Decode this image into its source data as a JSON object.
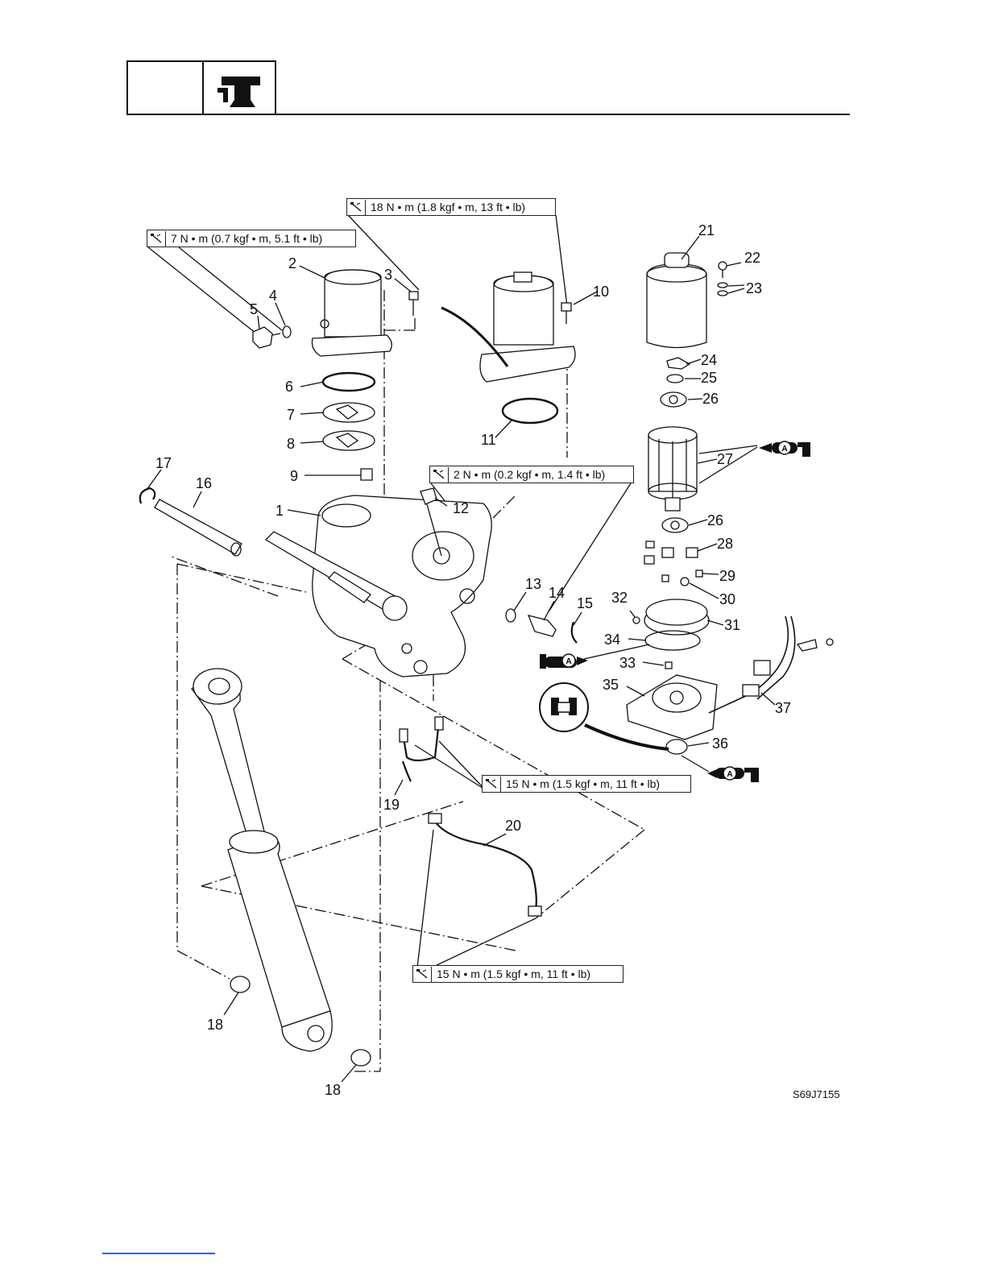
{
  "header": {
    "icon": "tools-section-icon"
  },
  "torque_labels": [
    {
      "id": "t18",
      "text": "18 N • m (1.8 kgf • m, 13 ft • lb)"
    },
    {
      "id": "t7",
      "text": "7 N • m (0.7 kgf • m, 5.1 ft • lb)"
    },
    {
      "id": "t2",
      "text": "2 N • m (0.2 kgf • m, 1.4 ft • lb)"
    },
    {
      "id": "t15a",
      "text": "15 N • m (1.5 kgf • m, 11 ft • lb)"
    },
    {
      "id": "t15b",
      "text": "15 N • m (1.5 kgf • m, 11 ft • lb)"
    }
  ],
  "callouts": [
    "1",
    "2",
    "3",
    "4",
    "5",
    "6",
    "7",
    "8",
    "9",
    "10",
    "11",
    "12",
    "13",
    "14",
    "15",
    "16",
    "17",
    "18",
    "18",
    "19",
    "20",
    "21",
    "22",
    "23",
    "24",
    "25",
    "26",
    "26",
    "27",
    "28",
    "29",
    "30",
    "31",
    "32",
    "33",
    "34",
    "35",
    "36",
    "37"
  ],
  "grease_marker": "A",
  "figure_code": "S69J7155",
  "colors": {
    "ink": "#111111",
    "link": "#3a5fd0"
  }
}
